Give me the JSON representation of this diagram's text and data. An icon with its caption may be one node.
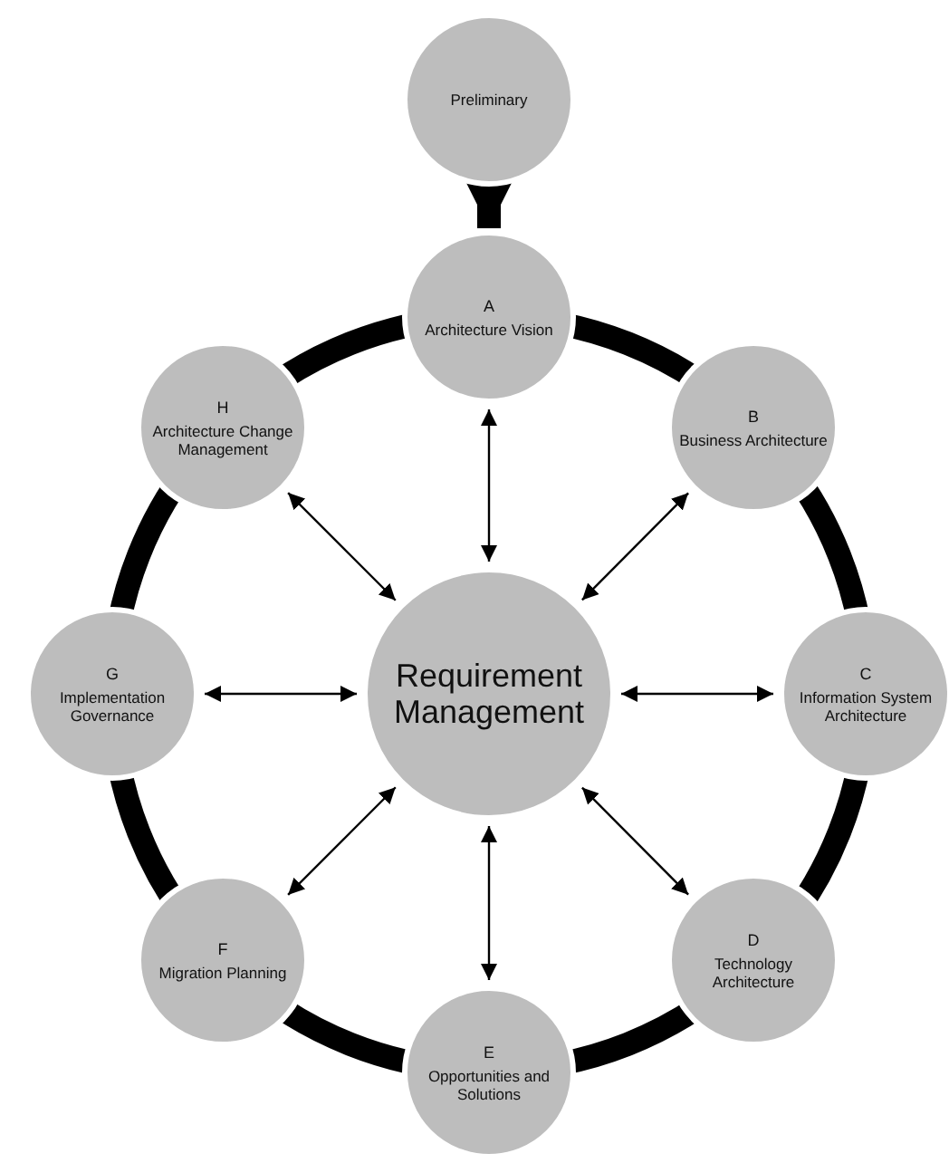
{
  "diagram": {
    "nodes": [
      {
        "text": [
          "Preliminary"
        ]
      },
      {
        "text": [
          "A",
          "Architecture Vision"
        ]
      },
      {
        "text": [
          "H",
          "Architecture Change Management"
        ]
      },
      {
        "text": [
          "B",
          "Business Architecture"
        ]
      },
      {
        "text": [
          "G",
          "Implementation Governance"
        ]
      },
      {
        "text": [
          "Requirement Management"
        ]
      },
      {
        "text": [
          "C",
          "Information System Architecture"
        ]
      },
      {
        "text": [
          "F",
          "Migration Planning"
        ]
      },
      {
        "text": [
          "D",
          "Technology Architecture"
        ]
      },
      {
        "text": [
          "E",
          "Opportunities and Solutions"
        ]
      }
    ],
    "edges": [
      {
        "from": 0,
        "to": 1,
        "arrow": "to",
        "style": "thick"
      },
      {
        "from": 5,
        "to": 1,
        "arrow": "both"
      },
      {
        "from": 5,
        "to": 3,
        "arrow": "both"
      },
      {
        "from": 5,
        "to": 6,
        "arrow": "both"
      },
      {
        "from": 5,
        "to": 8,
        "arrow": "both"
      },
      {
        "from": 5,
        "to": 9,
        "arrow": "both"
      },
      {
        "from": 5,
        "to": 7,
        "arrow": "both"
      },
      {
        "from": 5,
        "to": 4,
        "arrow": "both"
      },
      {
        "from": 5,
        "to": 2,
        "arrow": "both"
      }
    ]
  }
}
